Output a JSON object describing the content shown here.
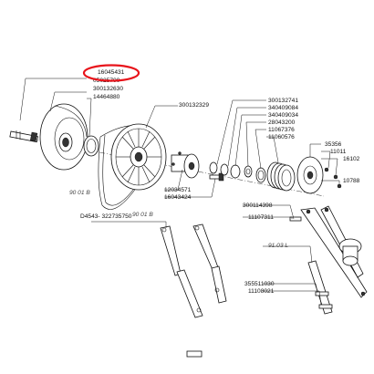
{
  "highlight_color": "#e8141b",
  "labels": {
    "p16045431": "16045431",
    "p05025700x": "05025700",
    "p300132630": "300132630",
    "p14464880": "14464880",
    "p300132329": "300132329",
    "p300132741": "300132741",
    "p340409084": "340409084",
    "p340409034": "340409034",
    "p28043200": "28043200",
    "p11067376": "11067376",
    "p11060576": "11060576",
    "p35356": "35356",
    "p11011": "11011",
    "p16102": "16102",
    "p10788": "10788",
    "p12034571": "12034571",
    "p16043424": "16043424",
    "ref9001a": "90 01 B",
    "ref9001b": "90 01 B",
    "pD4543": "D4543- 322735750",
    "p300114398": "300114398",
    "p11107311": "11107311",
    "ref9103": "91.03 L",
    "p35551": "355511030",
    "p11108021": "11108021"
  }
}
